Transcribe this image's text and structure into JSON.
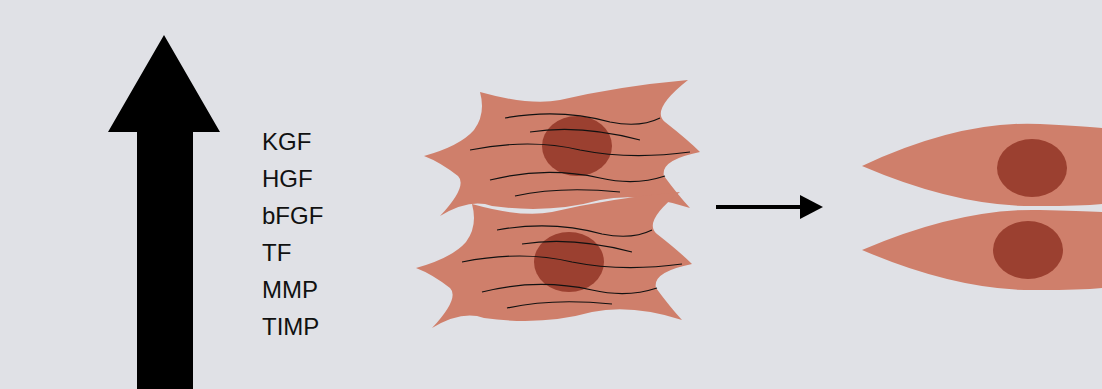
{
  "diagram": {
    "labels": [
      "KGF",
      "HGF",
      "bFGF",
      "TF",
      "MMP",
      "TIMP"
    ]
  }
}
